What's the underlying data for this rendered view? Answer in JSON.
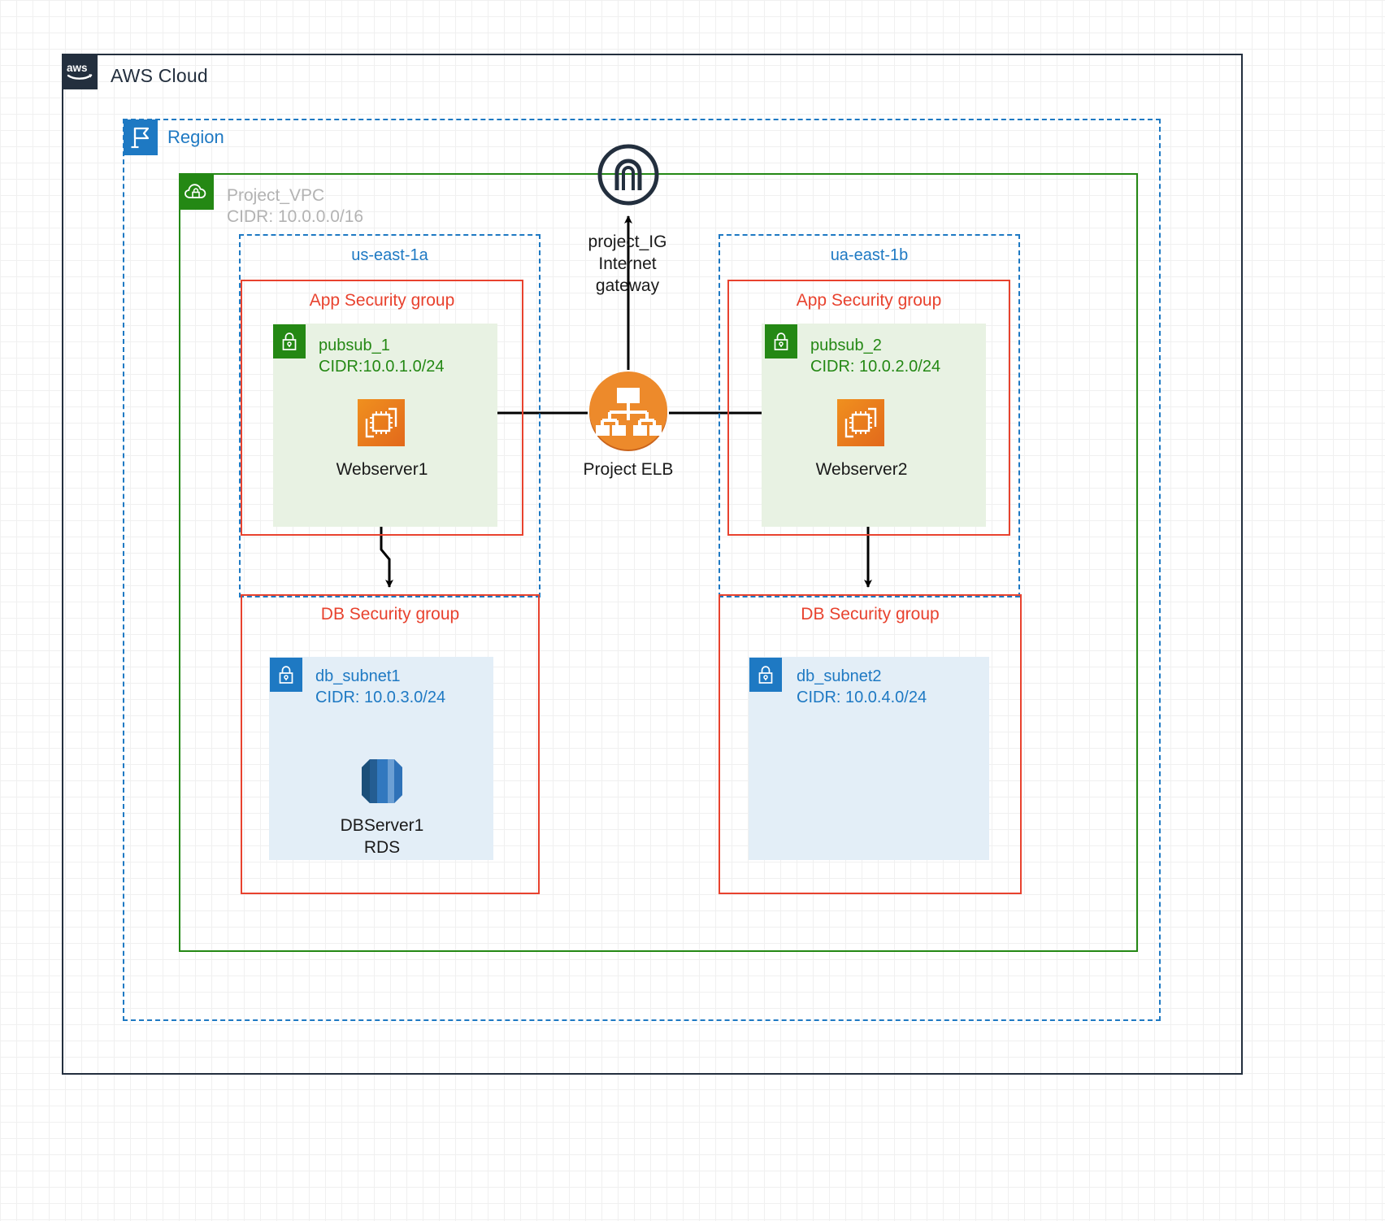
{
  "diagram": {
    "title": "AWS Cloud",
    "type": "aws-architecture"
  },
  "cloud": {
    "label": "AWS Cloud",
    "icon": "aws-logo-icon",
    "border_color": "#232f3e"
  },
  "region": {
    "label": "Region",
    "icon": "region-flag-icon",
    "color": "#1e79c3"
  },
  "vpc": {
    "label": "Project_VPC\nCIDR: 10.0.0.0/16",
    "name": "Project_VPC",
    "cidr": "CIDR: 10.0.0.0/16",
    "icon": "vpc-cloud-lock-icon",
    "color": "#248814",
    "label_color": "#b3b3b3"
  },
  "availability_zones": [
    {
      "label": "us-east-1a",
      "color": "#1e79c3"
    },
    {
      "label": "ua-east-1b",
      "color": "#1e79c3"
    }
  ],
  "security_groups": {
    "app_a": {
      "label": "App Security group",
      "color": "#e8422e"
    },
    "app_b": {
      "label": "App Security group",
      "color": "#e8422e"
    },
    "db_a": {
      "label": "DB Security group",
      "color": "#e8422e"
    },
    "db_b": {
      "label": "DB Security group",
      "color": "#e8422e"
    }
  },
  "subnets": {
    "pubsub1": {
      "label": "pubsub_1\nCIDR:10.0.1.0/24",
      "name": "pubsub_1",
      "cidr": "CIDR:10.0.1.0/24",
      "icon": "lock-icon",
      "color": "#248814",
      "fill": "#e8f2e3"
    },
    "pubsub2": {
      "label": "pubsub_2\nCIDR: 10.0.2.0/24",
      "name": "pubsub_2",
      "cidr": "CIDR: 10.0.2.0/24",
      "icon": "lock-icon",
      "color": "#248814",
      "fill": "#e8f2e3"
    },
    "dbsub1": {
      "label": "db_subnet1\nCIDR: 10.0.3.0/24",
      "name": "db_subnet1",
      "cidr": "CIDR: 10.0.3.0/24",
      "icon": "lock-icon",
      "color": "#1e79c3",
      "fill": "#e3eef7"
    },
    "dbsub2": {
      "label": "db_subnet2\nCIDR: 10.0.4.0/24",
      "name": "db_subnet2",
      "cidr": "CIDR: 10.0.4.0/24",
      "icon": "lock-icon",
      "color": "#1e79c3",
      "fill": "#e3eef7"
    }
  },
  "nodes": {
    "webserver1": {
      "label": "Webserver1",
      "icon": "ec2-instance-icon",
      "color": "#ed8a2b"
    },
    "webserver2": {
      "label": "Webserver2",
      "icon": "ec2-instance-icon",
      "color": "#ed8a2b"
    },
    "dbserver1": {
      "label": "DBServer1\nRDS",
      "icon": "rds-database-icon",
      "color": "#2f72b8"
    },
    "internet_gateway": {
      "label": "project_IG\nInternet\ngateway",
      "icon": "internet-gateway-icon",
      "color": "#232f3e"
    },
    "elb": {
      "label": "Project ELB",
      "icon": "elastic-load-balancer-icon",
      "color": "#ed8a2b"
    }
  },
  "connections": [
    {
      "from": "elb",
      "to": "internet-gateway",
      "direction": "up"
    },
    {
      "from": "elb",
      "to": "webserver1",
      "direction": "left"
    },
    {
      "from": "elb",
      "to": "webserver2",
      "direction": "right"
    },
    {
      "from": "webserver1",
      "to": "db-security-group-a",
      "direction": "down"
    },
    {
      "from": "webserver2",
      "to": "db-security-group-b",
      "direction": "down"
    }
  ]
}
